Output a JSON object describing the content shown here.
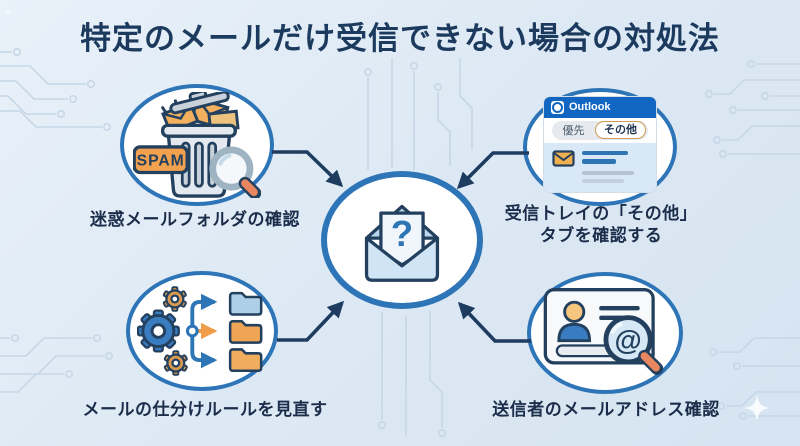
{
  "title": "特定のメールだけ受信できない場合の対処法",
  "center": {
    "question_mark": "?"
  },
  "topics": {
    "spam": {
      "label": "迷惑メールフォルダの確認",
      "badge": "SPAM"
    },
    "outlook": {
      "label_line1": "受信トレイの「その他」",
      "label_line2": "タブを確認する",
      "app_name": "Outlook",
      "tab_priority": "優先",
      "tab_other": "その他"
    },
    "rules": {
      "label": "メールの仕分けルールを見直す"
    },
    "sender": {
      "label": "送信者のメールアドレス確認",
      "at_symbol": "@"
    }
  },
  "colors": {
    "background": "#dde9f4",
    "circle_border": "#2e75b8",
    "arrow": "#1e3c5f",
    "navy": "#23405e",
    "orange": "#f0a455",
    "trace": "#c6d7e7"
  }
}
